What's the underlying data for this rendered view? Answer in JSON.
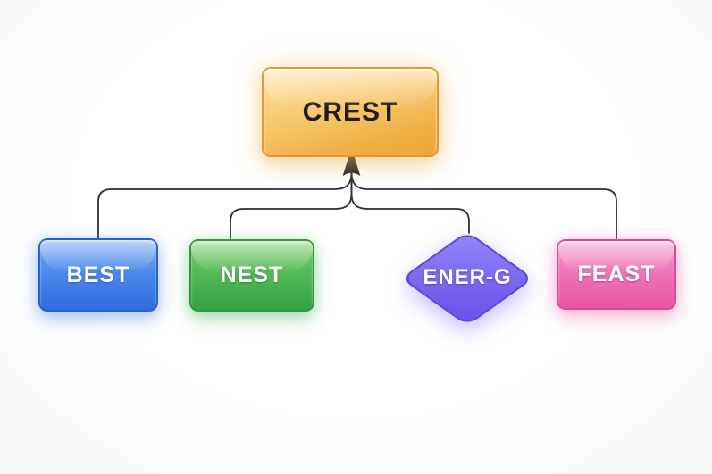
{
  "diagram": {
    "type": "tree",
    "background_color": "#FBFBFC",
    "connector": {
      "color": "#2A2E35",
      "stroke_width": 1.8,
      "arrow_direction": "up",
      "description": "four child branches merge into one upward arrow entering the root's bottom edge"
    },
    "root": {
      "label": "CREST",
      "shape": "rounded-rect",
      "fill_top": "#FBE4A6",
      "fill_bottom": "#EDA438",
      "border_color": "#E29A2E",
      "text_color": "#1D1D1F"
    },
    "children": [
      {
        "label": "BEST",
        "shape": "rounded-rect",
        "fill_top": "#74A8F4",
        "fill_bottom": "#2E6BDF",
        "border_color": "#2B5ED4",
        "text_color": "#FFFFFF"
      },
      {
        "label": "NEST",
        "shape": "rounded-rect",
        "fill_top": "#7DD06C",
        "fill_bottom": "#35A244",
        "border_color": "#359543",
        "text_color": "#FFFFFF"
      },
      {
        "label": "ENER-G",
        "shape": "diamond",
        "fill_top": "#9189F6",
        "fill_bottom": "#6A50EB",
        "border_color": "#5B49D6",
        "text_color": "#FFFFFF"
      },
      {
        "label": "FEAST",
        "shape": "rounded-rect",
        "fill_top": "#F59BCD",
        "fill_bottom": "#E7559F",
        "border_color": "#D8499A",
        "text_color": "#FFFFFF"
      }
    ]
  }
}
